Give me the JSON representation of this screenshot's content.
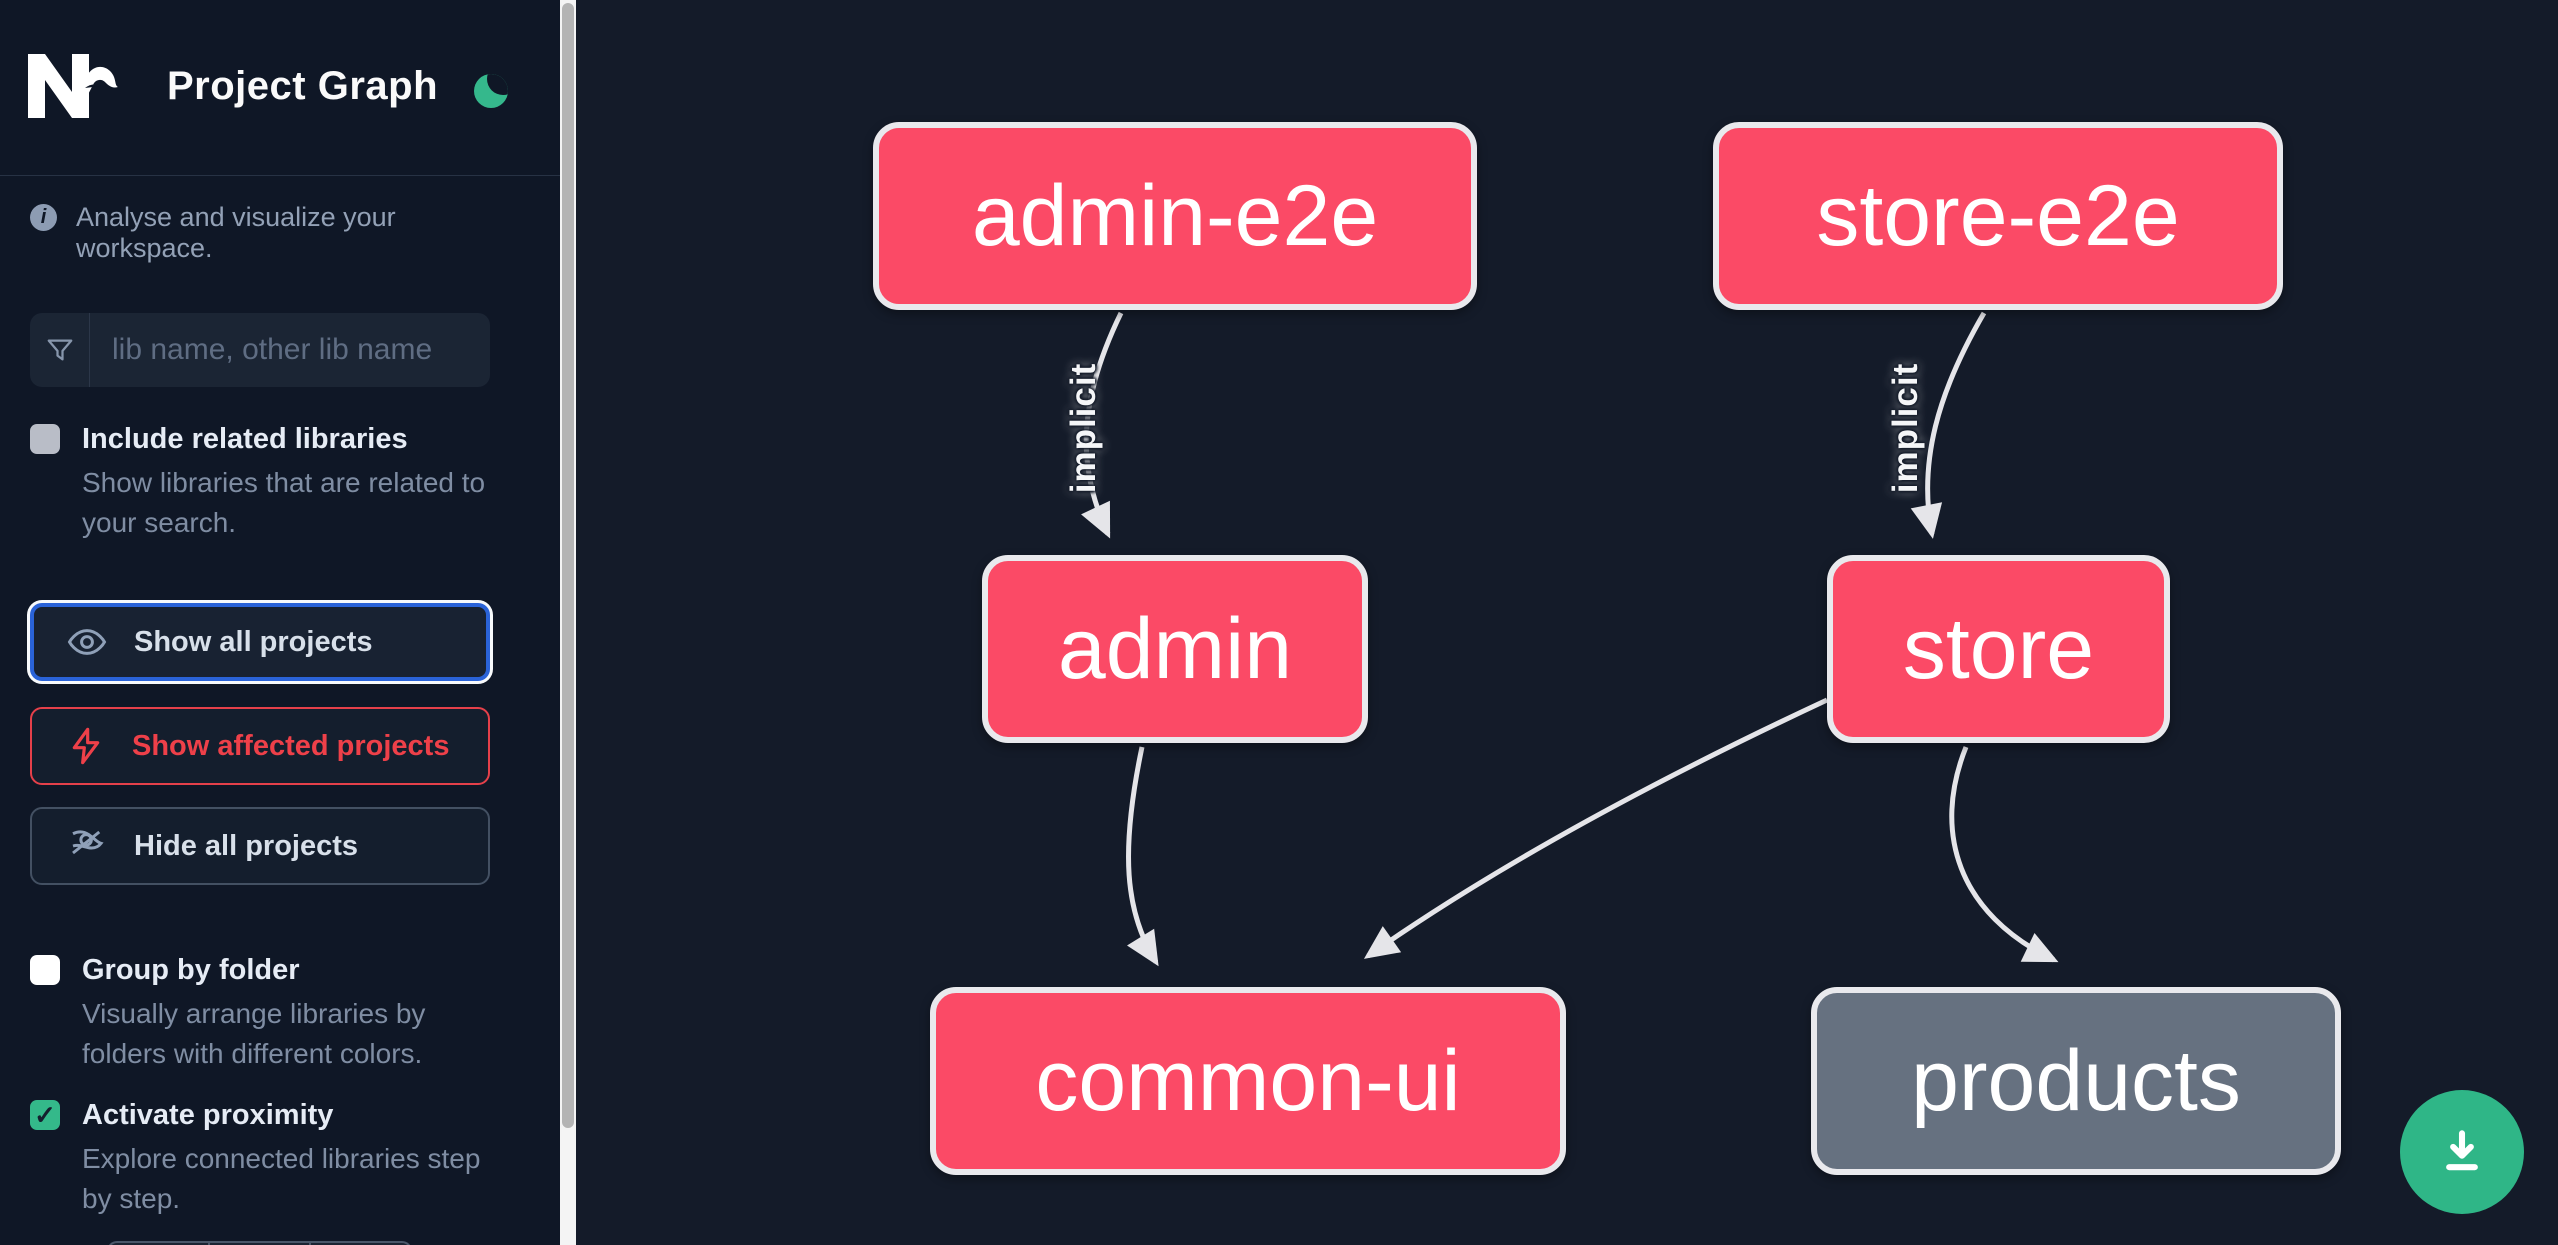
{
  "app": {
    "title": "Project Graph",
    "logo": "nx-logo",
    "theme_icon": "moon-icon"
  },
  "sidebar": {
    "tagline": "Analyse and visualize your workspace.",
    "search": {
      "placeholder": "lib name, other lib name",
      "value": "",
      "icon": "funnel-icon"
    },
    "include_related": {
      "label": "Include related libraries",
      "description": "Show libraries that are related to your search.",
      "checked": false
    },
    "buttons": {
      "show_all": {
        "label": "Show all projects",
        "icon": "eye-icon",
        "state": "focused"
      },
      "show_affected": {
        "label": "Show affected projects",
        "icon": "bolt-icon",
        "accent": "#ee4049"
      },
      "hide_all": {
        "label": "Hide all projects",
        "icon": "eye-slash-icon"
      }
    },
    "group_by_folder": {
      "label": "Group by folder",
      "description": "Visually arrange libraries by folders with different colors.",
      "checked": false
    },
    "activate_proximity": {
      "label": "Activate proximity",
      "description": "Explore connected libraries step by step.",
      "checked": true,
      "check_glyph": "✓"
    }
  },
  "graph": {
    "nodes": [
      {
        "id": "admin-e2e",
        "label": "admin-e2e",
        "color": "pink"
      },
      {
        "id": "store-e2e",
        "label": "store-e2e",
        "color": "pink"
      },
      {
        "id": "admin",
        "label": "admin",
        "color": "pink"
      },
      {
        "id": "store",
        "label": "store",
        "color": "pink"
      },
      {
        "id": "common-ui",
        "label": "common-ui",
        "color": "pink"
      },
      {
        "id": "products",
        "label": "products",
        "color": "gray"
      }
    ],
    "edges": [
      {
        "from": "admin-e2e",
        "to": "admin",
        "label": "implicit"
      },
      {
        "from": "store-e2e",
        "to": "store",
        "label": "implicit"
      },
      {
        "from": "admin",
        "to": "common-ui",
        "label": ""
      },
      {
        "from": "store",
        "to": "common-ui",
        "label": ""
      },
      {
        "from": "store",
        "to": "products",
        "label": ""
      }
    ]
  },
  "fab": {
    "icon": "download-icon"
  },
  "colors": {
    "sidebar_bg": "#0f1726",
    "canvas_bg": "#141b29",
    "node_affected": "#fb4a66",
    "node_default": "#667180",
    "node_border": "#e9e9ed",
    "edge": "#e5e5e9",
    "accent_green": "#2fb687",
    "accent_blue": "#2a63d8",
    "accent_red": "#ee4049",
    "moon_green": "#35b88c",
    "checkbox_green": "#34b98a"
  }
}
